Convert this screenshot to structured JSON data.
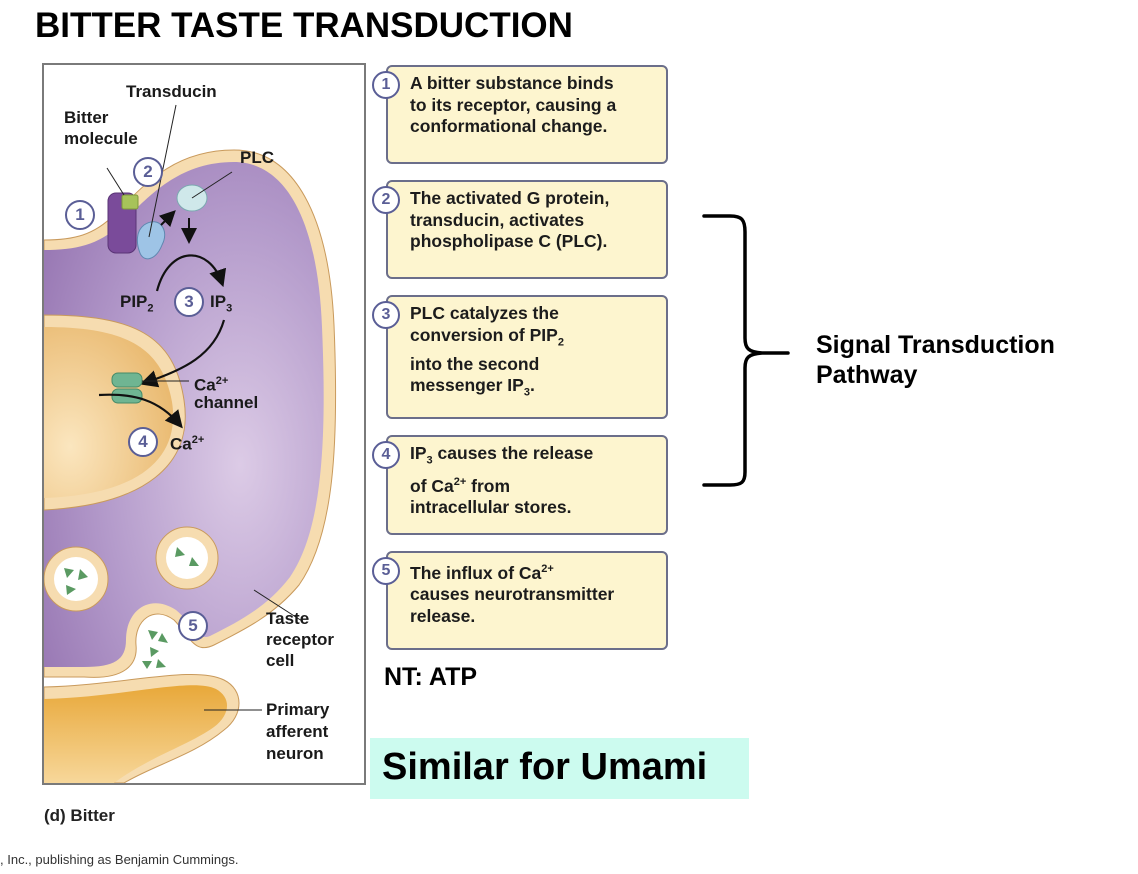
{
  "title": "BITTER TASTE TRANSDUCTION",
  "diagram": {
    "labels": {
      "transducin": "Transducin",
      "bitter_molecule_1": "Bitter",
      "bitter_molecule_2": "molecule",
      "plc": "PLC",
      "pip2": "PIP",
      "pip2_sub": "2",
      "ip3": "IP",
      "ip3_sub": "3",
      "ca_channel_1": "Ca",
      "ca_channel_sup": "2+",
      "ca_channel_2": "channel",
      "ca_ion": "Ca",
      "ca_ion_sup": "2+",
      "taste_receptor_1": "Taste",
      "taste_receptor_2": "receptor",
      "taste_receptor_3": "cell",
      "afferent_1": "Primary",
      "afferent_2": "afferent",
      "afferent_3": "neuron"
    },
    "step_markers": [
      "1",
      "2",
      "3",
      "4",
      "5"
    ],
    "caption": "(d)  Bitter",
    "colors": {
      "cytoplasm": "#a98bc0",
      "membrane": "#f6dcb0",
      "nucleus": "#f2c77e",
      "receptor": "#7a4b9a",
      "ligand": "#a7c35a",
      "transducin": "#9ec4e6",
      "plc": "#cfe8ea",
      "channel": "#6fb592",
      "neurotransmitter": "#5a9a62",
      "neuron": "#efb748"
    }
  },
  "steps": [
    {
      "number": "1",
      "lines": [
        "A bitter substance binds",
        "to its receptor, causing a",
        "conformational change."
      ]
    },
    {
      "number": "2",
      "lines": [
        "The activated G protein,",
        "transducin, activates",
        "phospholipase C (PLC)."
      ]
    },
    {
      "number": "3",
      "line1": "PLC catalyzes the",
      "line2": "conversion of PIP",
      "line2_sub": "2",
      "line3": "into the second",
      "line4": "messenger IP",
      "line4_sub": "3",
      "line4_end": "."
    },
    {
      "number": "4",
      "line1a": "IP",
      "line1_sub": "3",
      "line1b": " causes the release",
      "line2a": "of Ca",
      "line2_sup": "2+",
      "line2b": " from",
      "line3": "intracellular stores."
    },
    {
      "number": "5",
      "line1a": "The influx of Ca",
      "line1_sup": "2+",
      "line2": "causes neurotransmitter",
      "line3": "release."
    }
  ],
  "bracket_label": [
    "Signal Transduction",
    "Pathway"
  ],
  "nt_label": "NT: ATP",
  "umami_note": "Similar for Umami",
  "umami_bg": "#ccfbef",
  "step_box_bg": "#fdf5cf",
  "credit": ", Inc., publishing as Benjamin Cummings."
}
